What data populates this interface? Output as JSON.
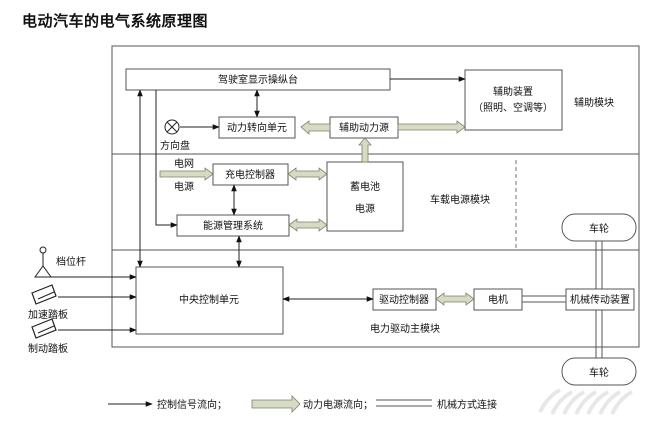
{
  "title": "电动汽车的电气系统原理图",
  "blocks": {
    "cockpit": "驾驶室显示操纵台",
    "aux_device_1": "辅助装置",
    "aux_device_2": "（照明、空调等）",
    "power_steering": "动力转向单元",
    "aux_power": "辅助动力源",
    "charge_ctrl": "充电控制器",
    "battery_1": "蓄电池",
    "battery_2": "电源",
    "energy_mgmt": "能源管理系统",
    "central_ctrl": "中央控制单元",
    "drive_ctrl": "驱动控制器",
    "motor": "电机",
    "transmission": "机械传动装置",
    "wheel_top": "车轮",
    "wheel_bottom": "车轮"
  },
  "labels": {
    "steering_wheel": "方向盘",
    "grid_1": "电网",
    "grid_2": "电源",
    "gear_lever": "档位杆",
    "accel_pedal": "加速踏板",
    "brake_pedal": "制动踏板"
  },
  "modules": {
    "aux": "辅助模块",
    "onboard": "车载电源模块",
    "drive": "电力驱动主模块"
  },
  "legend": {
    "control": "控制信号流向；",
    "power": "动力电源流向；",
    "mech": "机械方式连接"
  }
}
